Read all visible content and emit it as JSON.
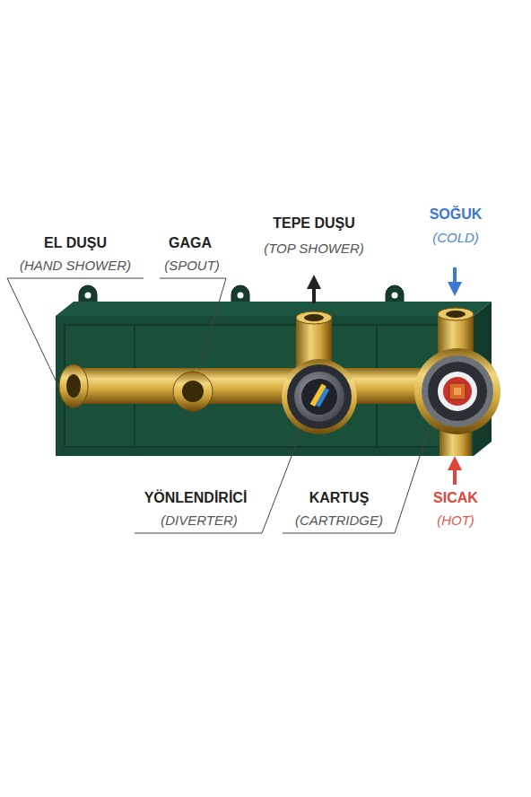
{
  "diagram": {
    "labels": [
      "EL DUŞU",
      "(HAND SHOWER)",
      "GAGA",
      "(SPOUT)",
      "TEPE DUŞU",
      "(TOP SHOWER)",
      "SOĞUK",
      "(COLD)",
      "YÖNLENDİRİCİ",
      "(DIVERTER)",
      "KARTUŞ",
      "(CARTRIDGE)",
      "SICAK",
      "(HOT)"
    ]
  }
}
